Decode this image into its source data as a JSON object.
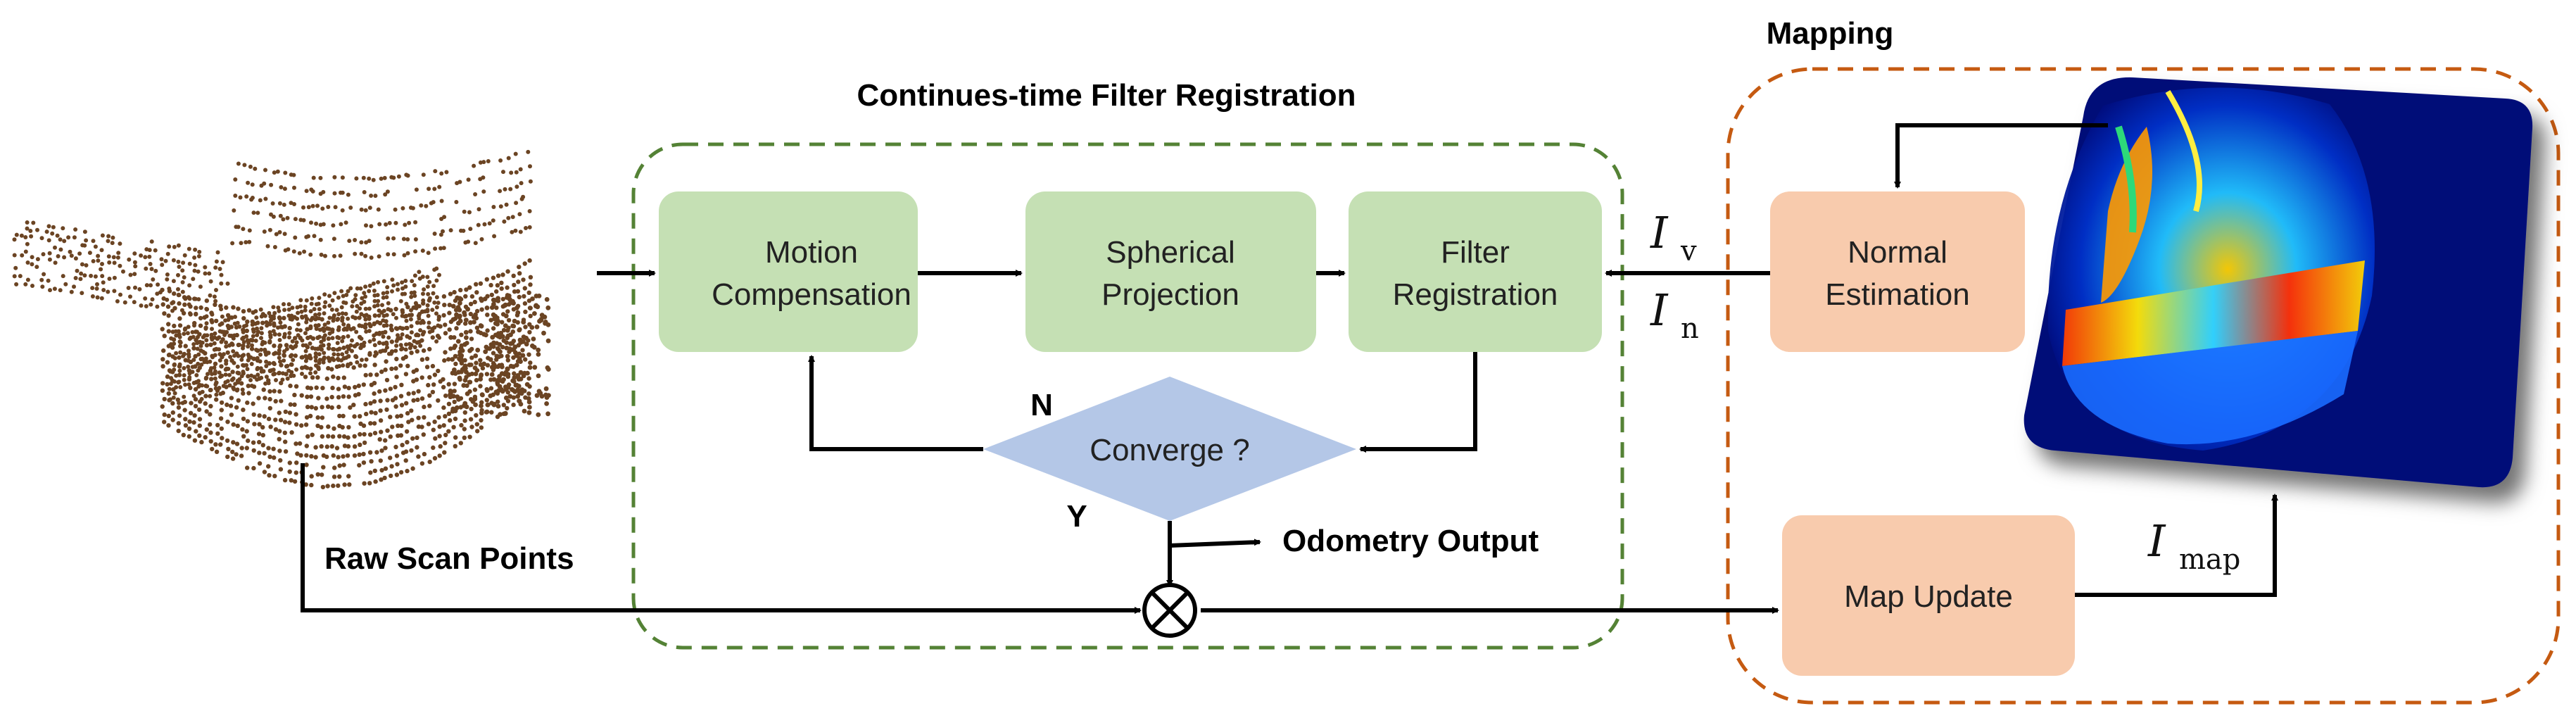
{
  "titles": {
    "cfr": "Continues-time Filter Registration",
    "mapping": "Mapping"
  },
  "inputs": {
    "raw_scan": "Raw Scan Points"
  },
  "nodes": {
    "motion_compensation": [
      "Motion",
      "Compensation"
    ],
    "spherical_projection": [
      "Spherical",
      "Projection"
    ],
    "filter_registration": [
      "Filter",
      "Registration"
    ],
    "converge": "Converge ?",
    "normal_estimation": [
      "Normal",
      "Estimation"
    ],
    "map_update": "Map Update"
  },
  "edge_labels": {
    "no": "N",
    "yes": "Y",
    "odometry_output": "Odometry Output",
    "iv_symbol": "I",
    "iv_sub": "v",
    "in_symbol": "I",
    "in_sub": "n",
    "imap_symbol": "I",
    "imap_sub": "map"
  },
  "colors": {
    "green_box": "#c5e0b4",
    "orange_box": "#f8cbad",
    "diamond": "#b4c7e7",
    "green_dash": "#548235",
    "orange_dash": "#c55a11",
    "point_cloud": "#6b4423",
    "sphere_bg": "#000a78"
  },
  "icons": {
    "merge": "circled-times-icon",
    "raw_points": "point-cloud-image",
    "range_image": "spherical-range-image"
  }
}
